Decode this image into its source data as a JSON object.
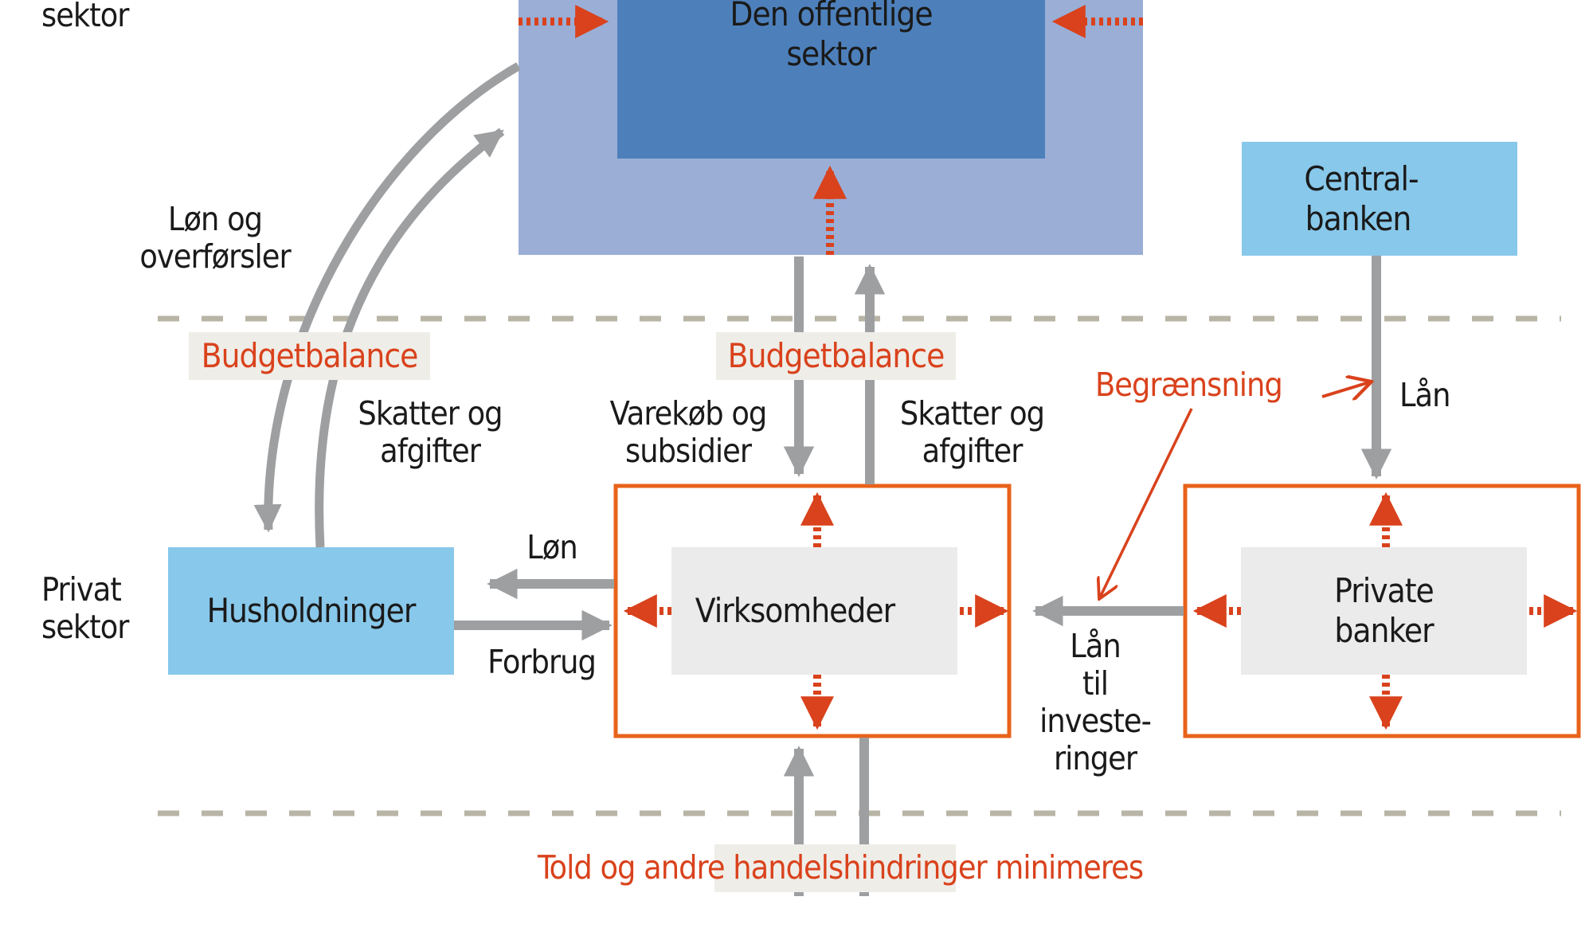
{
  "colors": {
    "public_outer": "#9aaed6",
    "public_inner": "#4d80bb",
    "light_blue_box": "#88c8ea",
    "grey_box": "#ebebec",
    "orange_frame": "#e8621a",
    "red_accent": "#d9421c",
    "flow_grey": "#9d9fa1",
    "divider": "#b9b5a6",
    "tag_bg": "#efede8"
  },
  "sectors": {
    "top_label": "sektor",
    "private_label_line1": "Privat",
    "private_label_line2": "sektor"
  },
  "nodes": {
    "public_sector": {
      "line1": "Den offentlige",
      "line2": "sektor"
    },
    "central_bank": {
      "line1": "Central-",
      "line2": "banken"
    },
    "households": {
      "label": "Husholdninger"
    },
    "firms": {
      "label": "Virksomheder"
    },
    "private_banks": {
      "line1": "Private",
      "line2": "banker"
    }
  },
  "flows": {
    "wages_transfers": {
      "line1": "Løn og",
      "line2": "overførsler"
    },
    "taxes_households": {
      "line1": "Skatter og",
      "line2": "afgifter"
    },
    "purchases_subsidies": {
      "line1": "Varekøb og",
      "line2": "subsidier"
    },
    "taxes_firms": {
      "line1": "Skatter og",
      "line2": "afgifter"
    },
    "wages": {
      "label": "Løn"
    },
    "consumption": {
      "label": "Forbrug"
    },
    "loans_central": {
      "label": "Lån"
    },
    "investment_loans": {
      "line1": "Lån",
      "line2": "til",
      "line3": "investe-",
      "line4": "ringer"
    }
  },
  "constraints": {
    "budget_balance_left": "Budgetbalance",
    "budget_balance_center": "Budgetbalance",
    "limitation": "Begrænsning",
    "trade_barriers": "Told og andre handelshindringer minimeres"
  }
}
